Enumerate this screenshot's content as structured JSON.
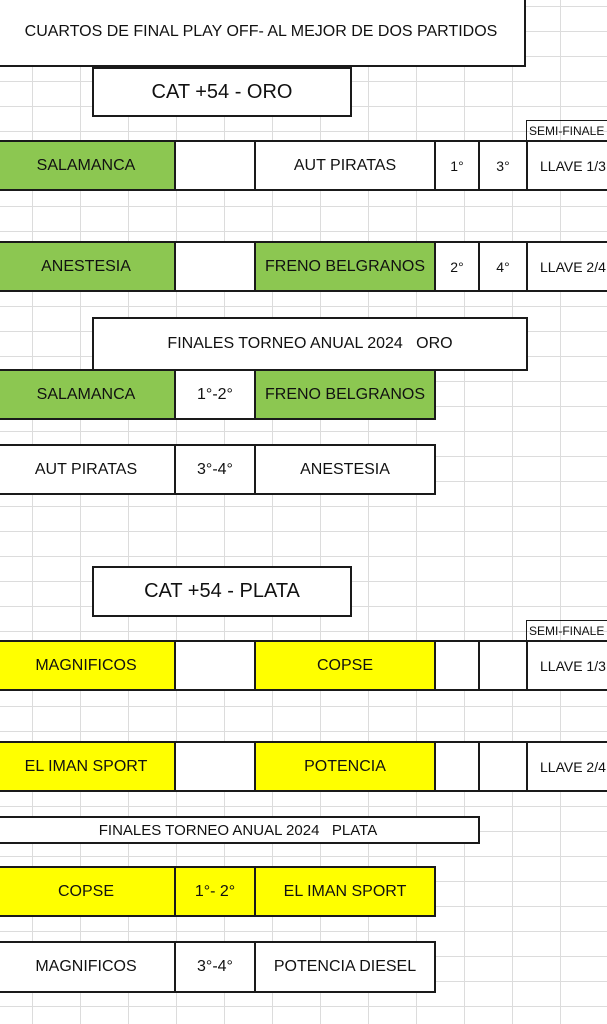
{
  "title": "CUARTOS DE FINAL PLAY OFF- AL MEJOR DE DOS PARTIDOS",
  "oro": {
    "category": "CAT +54 - ORO",
    "semi_label": "SEMI-FINALE",
    "matches": [
      {
        "home": "SALAMANCA",
        "away": "AUT PIRATAS",
        "pos1": "1°",
        "pos2": "3°",
        "llave": "LLAVE 1/3"
      },
      {
        "home": "ANESTESIA",
        "away": "FRENO BELGRANOS",
        "pos1": "2°",
        "pos2": "4°",
        "llave": "LLAVE 2/4"
      }
    ],
    "finals_title": "FINALES TORNEO ANUAL 2024   ORO",
    "finals": [
      {
        "home": "SALAMANCA",
        "place": "1°-2°",
        "away": "FRENO BELGRANOS"
      },
      {
        "home": "AUT PIRATAS",
        "place": "3°-4°",
        "away": "ANESTESIA"
      }
    ]
  },
  "plata": {
    "category": "CAT +54 - PLATA",
    "semi_label": "SEMI-FINALE",
    "matches": [
      {
        "home": "MAGNIFICOS",
        "away": "COPSE",
        "llave": "LLAVE 1/3"
      },
      {
        "home": "EL IMAN SPORT",
        "away": "POTENCIA",
        "llave": "LLAVE 2/4"
      }
    ],
    "finals_title": "FINALES TORNEO ANUAL 2024   PLATA",
    "finals": [
      {
        "home": "COPSE",
        "place": "1°- 2°",
        "away": "EL IMAN SPORT"
      },
      {
        "home": "MAGNIFICOS",
        "place": "3°-4°",
        "away": "POTENCIA DIESEL"
      }
    ]
  },
  "colors": {
    "oro_highlight": "#8cc751",
    "plata_highlight": "#ffff00",
    "border": "#1a1a1a"
  }
}
